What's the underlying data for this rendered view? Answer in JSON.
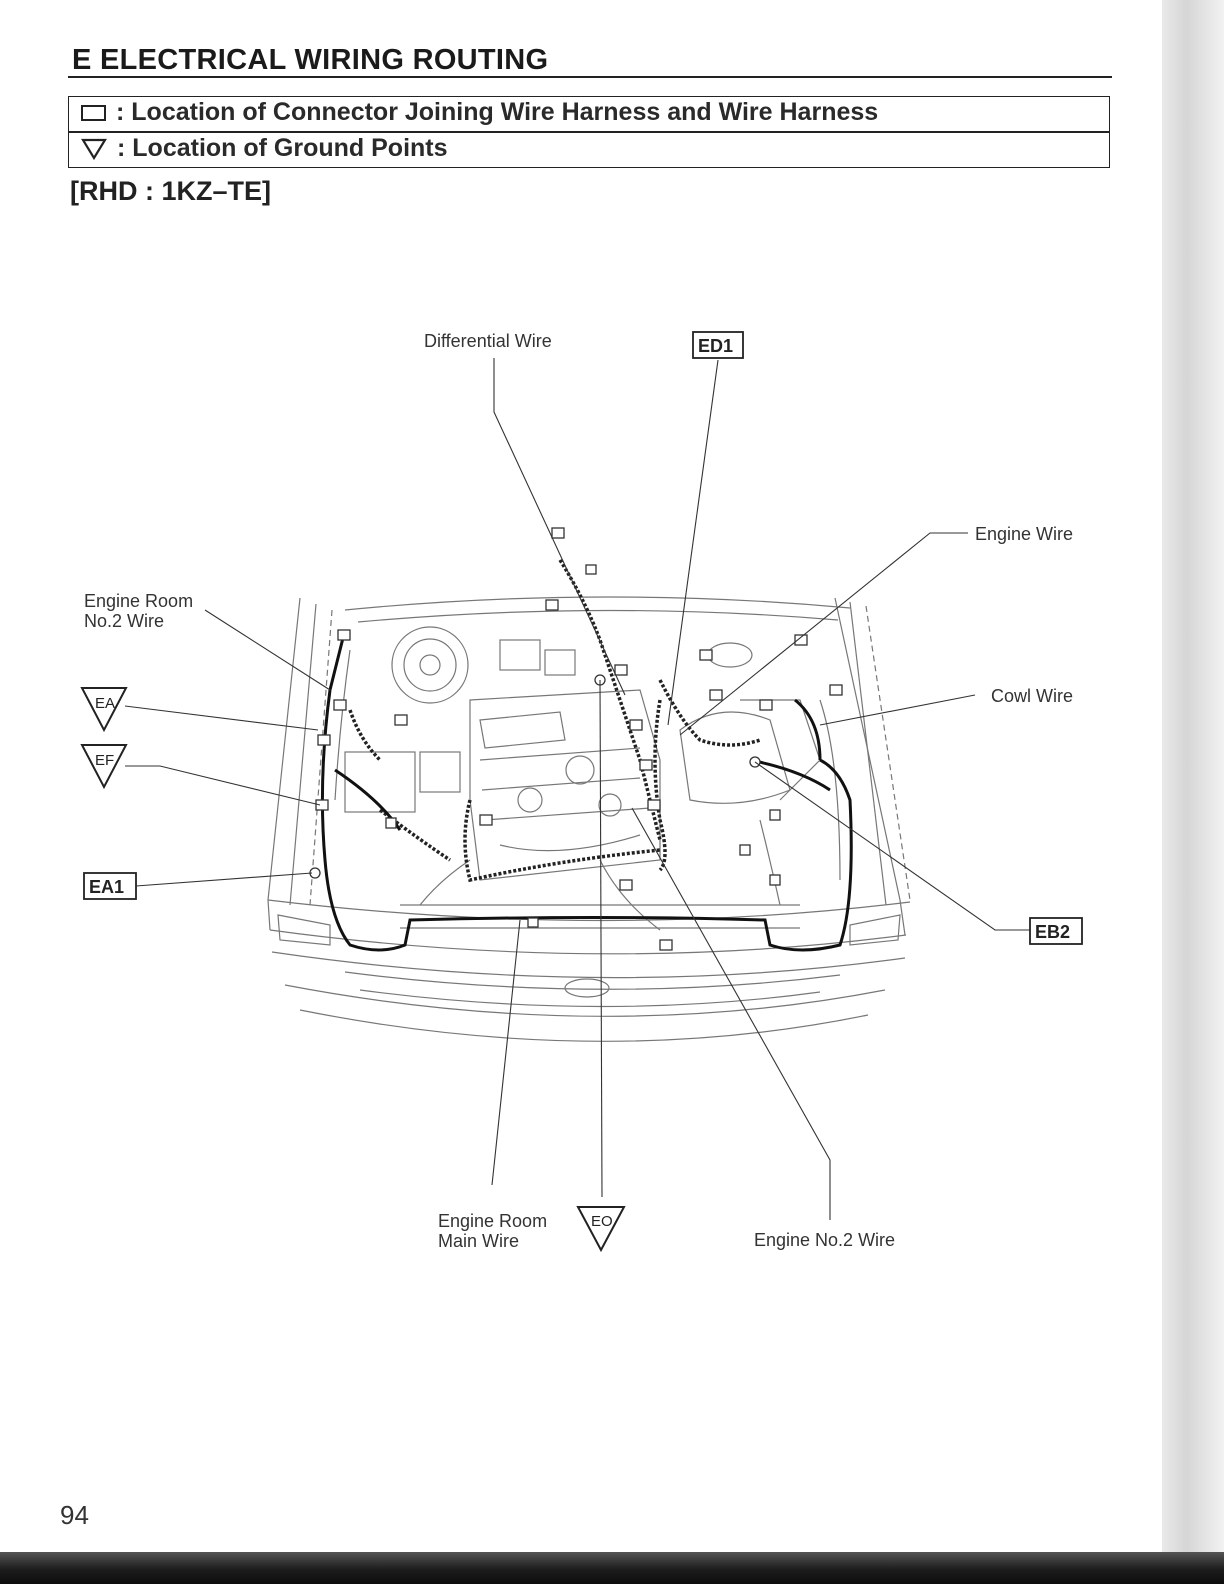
{
  "page": {
    "title": "E  ELECTRICAL WIRING ROUTING",
    "legend": {
      "connector": ": Location of Connector Joining Wire Harness and Wire Harness",
      "ground": ": Location of Ground Points"
    },
    "subtitle": "[RHD : 1KZ–TE]",
    "page_number": "94"
  },
  "diagram": {
    "wire_labels": {
      "differential": "Differential Wire",
      "engine": "Engine Wire",
      "engine_room_no2_line1": "Engine Room",
      "engine_room_no2_line2": "No.2 Wire",
      "cowl": "Cowl Wire",
      "engine_room_main_line1": "Engine Room",
      "engine_room_main_line2": "Main Wire",
      "engine_no2": "Engine No.2 Wire"
    },
    "connectors": {
      "ed1": "ED1",
      "ea1": "EA1",
      "eb2": "EB2"
    },
    "grounds": {
      "ea": "EA",
      "ef": "EF",
      "eo": "EO"
    }
  }
}
